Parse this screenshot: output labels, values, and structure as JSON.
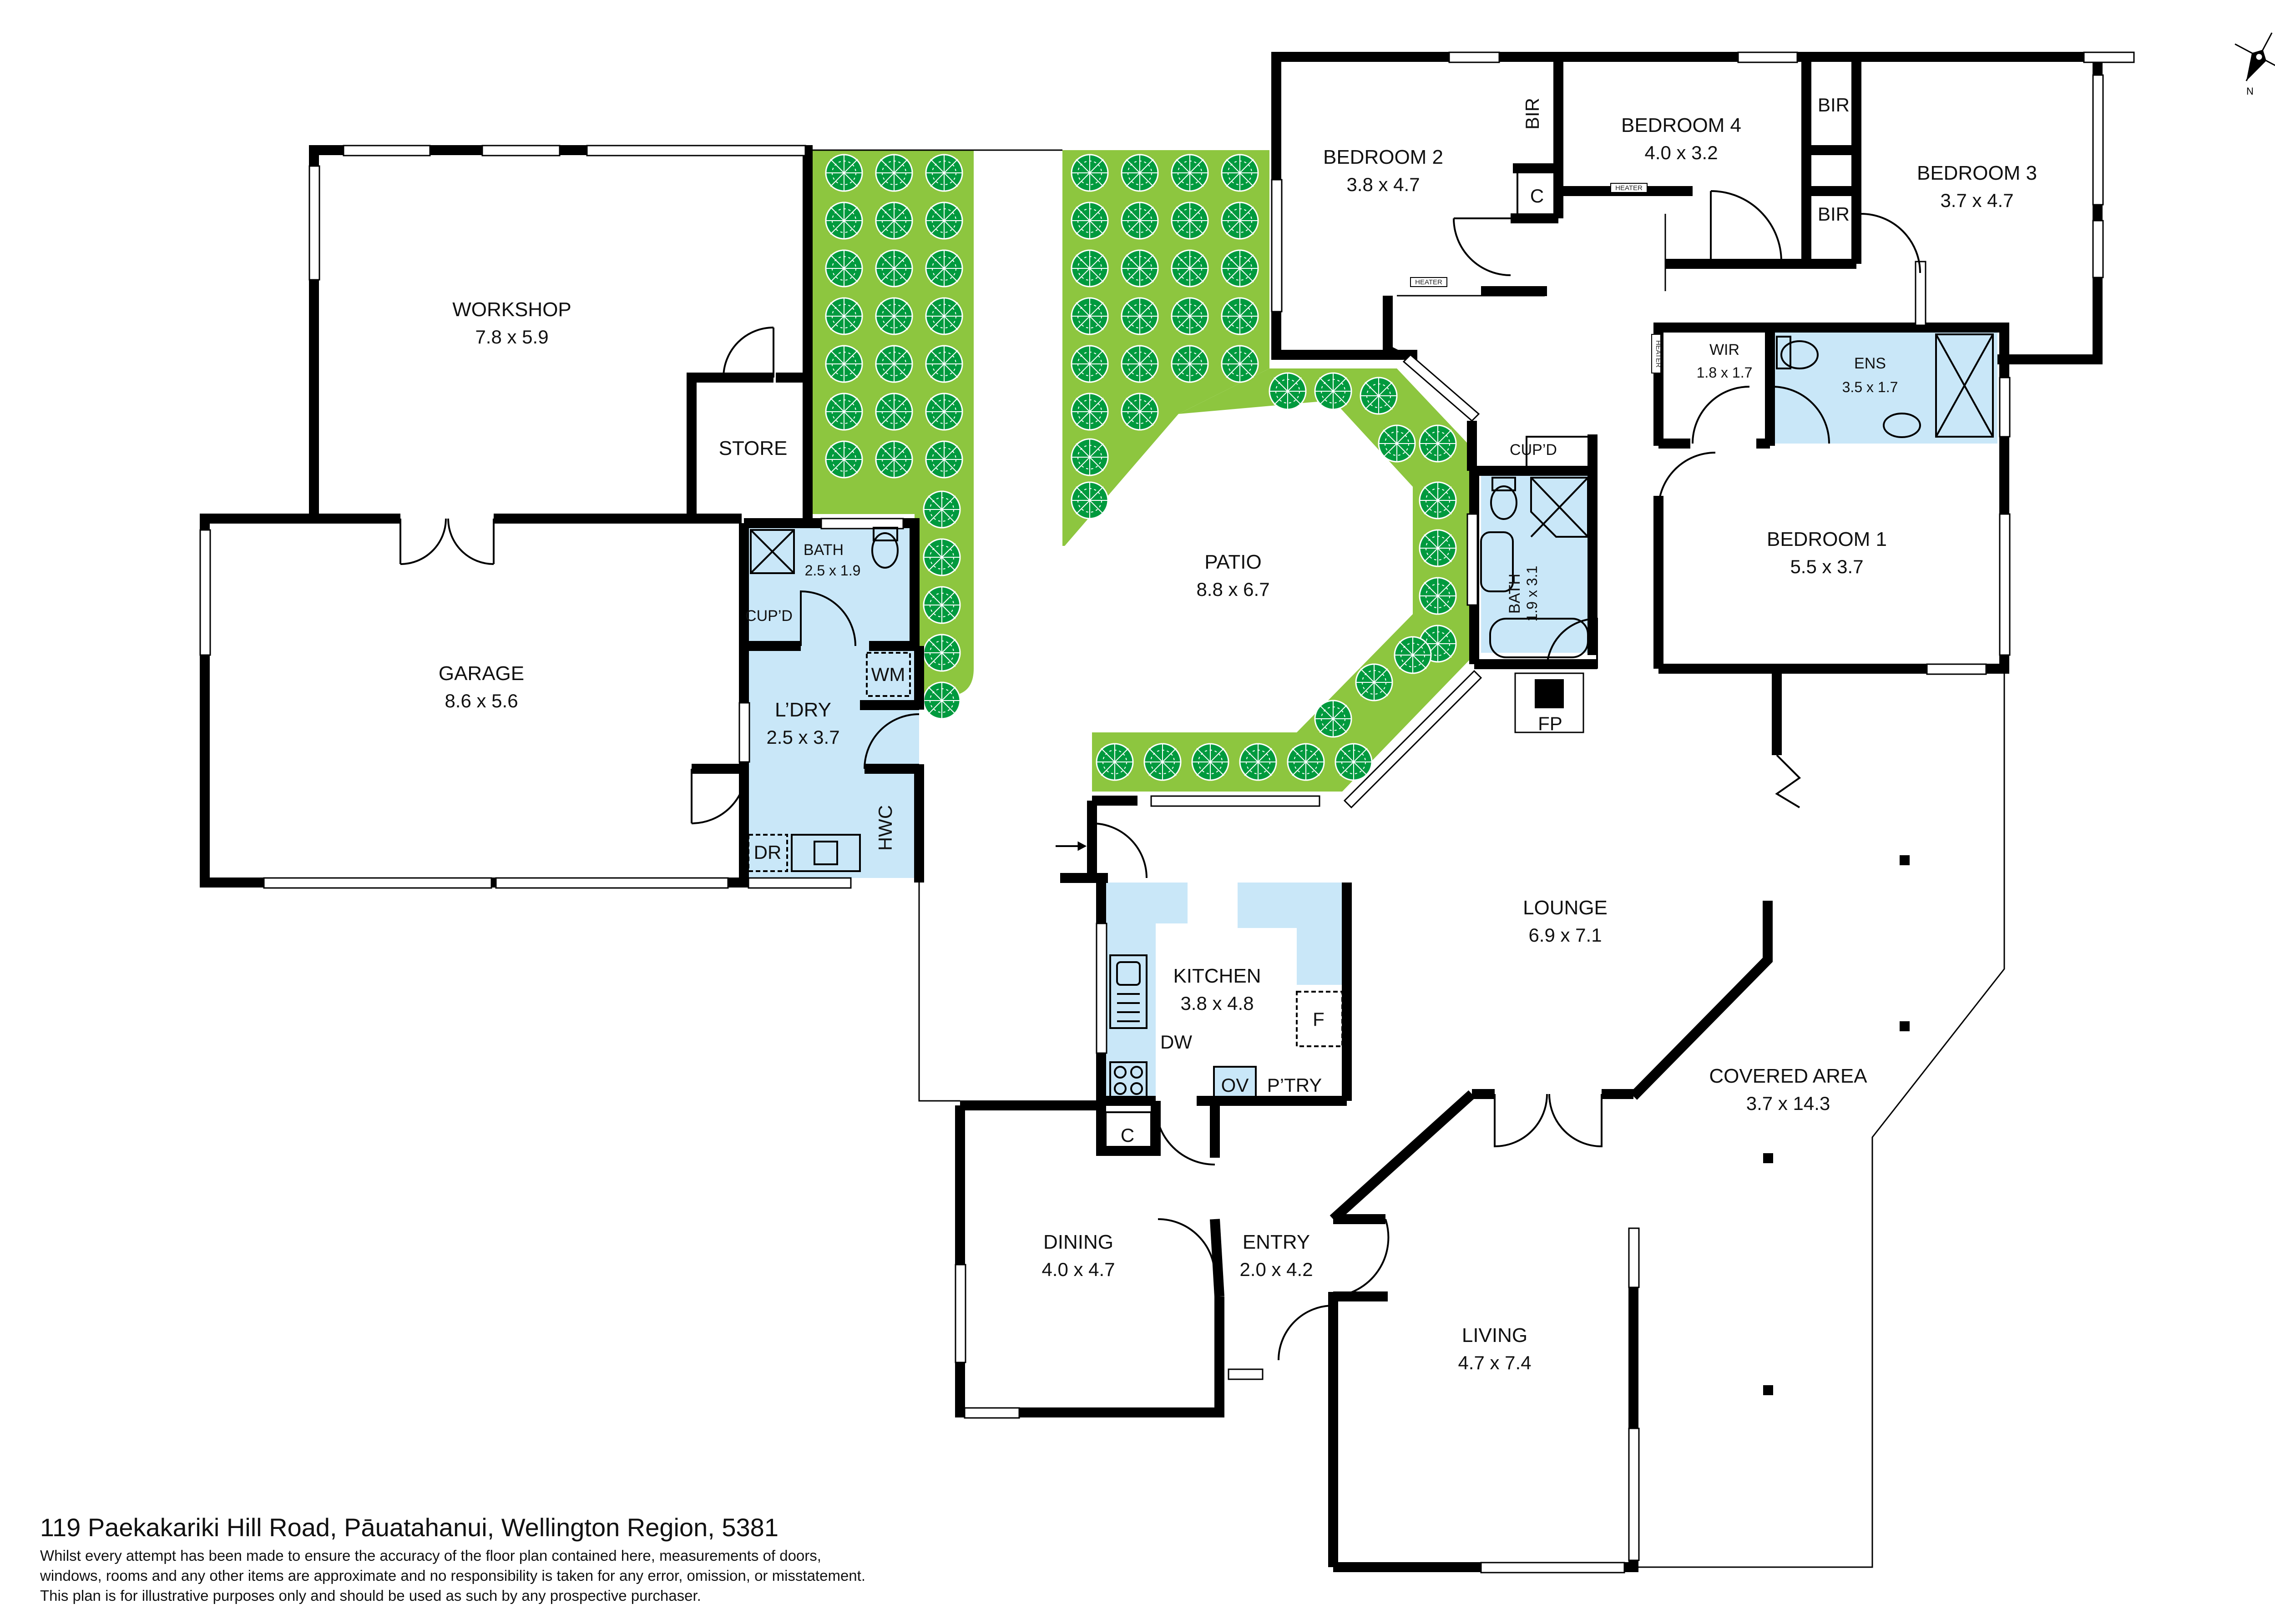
{
  "address": "119 Paekakariki Hill Road, Pāuatahanui, Wellington Region, 5381",
  "disclaimer": [
    "Whilst every attempt has been made to ensure the accuracy of the floor plan contained here, measurements of doors,",
    "windows, rooms and any other items are approximate and no responsibility is taken for any error, omission, or misstatement.",
    "This plan is for illustrative purposes only and should be used as such by any prospective purchaser."
  ],
  "compass_label": "N",
  "rooms": {
    "workshop": {
      "name": "WORKSHOP",
      "dim": "7.8 x 5.9"
    },
    "store": {
      "name": "STORE"
    },
    "garage": {
      "name": "GARAGE",
      "dim": "8.6 x 5.6"
    },
    "bath1": {
      "name": "BATH",
      "dim": "2.5 x 1.9"
    },
    "cupd1": {
      "name": "CUP’D"
    },
    "laundry": {
      "name": "L’DRY",
      "dim": "2.5 x 3.7"
    },
    "patio": {
      "name": "PATIO",
      "dim": "8.8 x 6.7"
    },
    "bedroom2": {
      "name": "BEDROOM 2",
      "dim": "3.8 x 4.7"
    },
    "bedroom4": {
      "name": "BEDROOM 4",
      "dim": "4.0 x 3.2"
    },
    "bedroom3": {
      "name": "BEDROOM 3",
      "dim": "3.7 x 4.7"
    },
    "wir": {
      "name": "WIR",
      "dim": "1.8 x 1.7"
    },
    "ens": {
      "name": "ENS",
      "dim": "3.5 x 1.7"
    },
    "bedroom1": {
      "name": "BEDROOM 1",
      "dim": "5.5 x 3.7"
    },
    "cupd2": {
      "name": "CUP’D"
    },
    "bath2": {
      "name": "BATH",
      "dim": "1.9 x 3.1"
    },
    "lounge": {
      "name": "LOUNGE",
      "dim": "6.9 x 7.1"
    },
    "kitchen": {
      "name": "KITCHEN",
      "dim": "3.8 x 4.8"
    },
    "covered": {
      "name": "COVERED AREA",
      "dim": "3.7 x 14.3"
    },
    "dining": {
      "name": "DINING",
      "dim": "4.0 x 4.7"
    },
    "entry": {
      "name": "ENTRY",
      "dim": "2.0 x 4.2"
    },
    "living": {
      "name": "LIVING",
      "dim": "4.7 x 7.4"
    }
  },
  "fixtures": {
    "bir_a": "BIR",
    "bir_b": "BIR",
    "bir_c": "BIR",
    "c_bed": "C",
    "c_kitchen": "C",
    "wm": "WM",
    "hwc": "HWC",
    "dr": "DR",
    "fp": "FP",
    "dw": "DW",
    "f": "F",
    "ov": "OV",
    "ptry": "P’TRY",
    "heater": "HEATER"
  },
  "colors": {
    "wall": "#000000",
    "wet_area": "#c9e7f8",
    "garden": "#8dc63f",
    "shrub": "#009a3e"
  }
}
